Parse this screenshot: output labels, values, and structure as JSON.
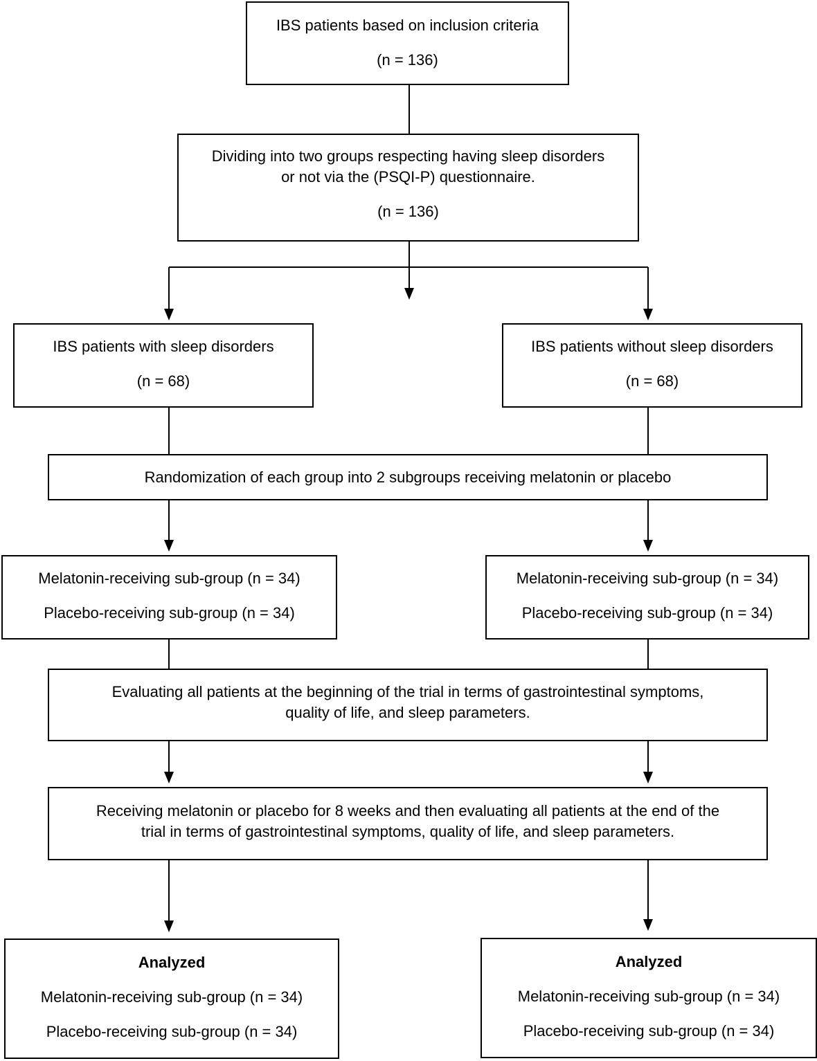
{
  "boxes": {
    "inclusion": {
      "line1": "IBS patients based on inclusion criteria",
      "n": "(n = 136)"
    },
    "dividing": {
      "line1": "Dividing into two groups respecting having sleep disorders",
      "line2": "or not via the (PSQI-P) questionnaire.",
      "n": "(n = 136)"
    },
    "with_sleep": {
      "line1": "IBS patients with sleep disorders",
      "n": "(n = 68)"
    },
    "without_sleep": {
      "line1": "IBS patients without sleep disorders",
      "n": "(n = 68)"
    },
    "randomization": {
      "line1": "Randomization of each group into 2 subgroups receiving melatonin or placebo"
    },
    "left_subgroups": {
      "line1": "Melatonin-receiving sub-group (n = 34)",
      "line2": "Placebo-receiving sub-group (n = 34)"
    },
    "right_subgroups": {
      "line1": "Melatonin-receiving sub-group (n = 34)",
      "line2": "Placebo-receiving sub-group (n = 34)"
    },
    "evaluating_start": {
      "line1": "Evaluating all patients at the beginning of the trial in terms of gastrointestinal symptoms,",
      "line2": "quality of life, and sleep parameters."
    },
    "receiving": {
      "line1": "Receiving melatonin or placebo for 8 weeks and then evaluating all patients at the end of the",
      "line2": "trial in terms of gastrointestinal symptoms, quality of life, and sleep parameters."
    },
    "analyzed_left": {
      "title": "Analyzed",
      "line1": "Melatonin-receiving sub-group (n = 34)",
      "line2": "Placebo-receiving sub-group (n = 34)"
    },
    "analyzed_right": {
      "title": "Analyzed",
      "line1": "Melatonin-receiving sub-group (n = 34)",
      "line2": "Placebo-receiving sub-group (n = 34)"
    }
  }
}
